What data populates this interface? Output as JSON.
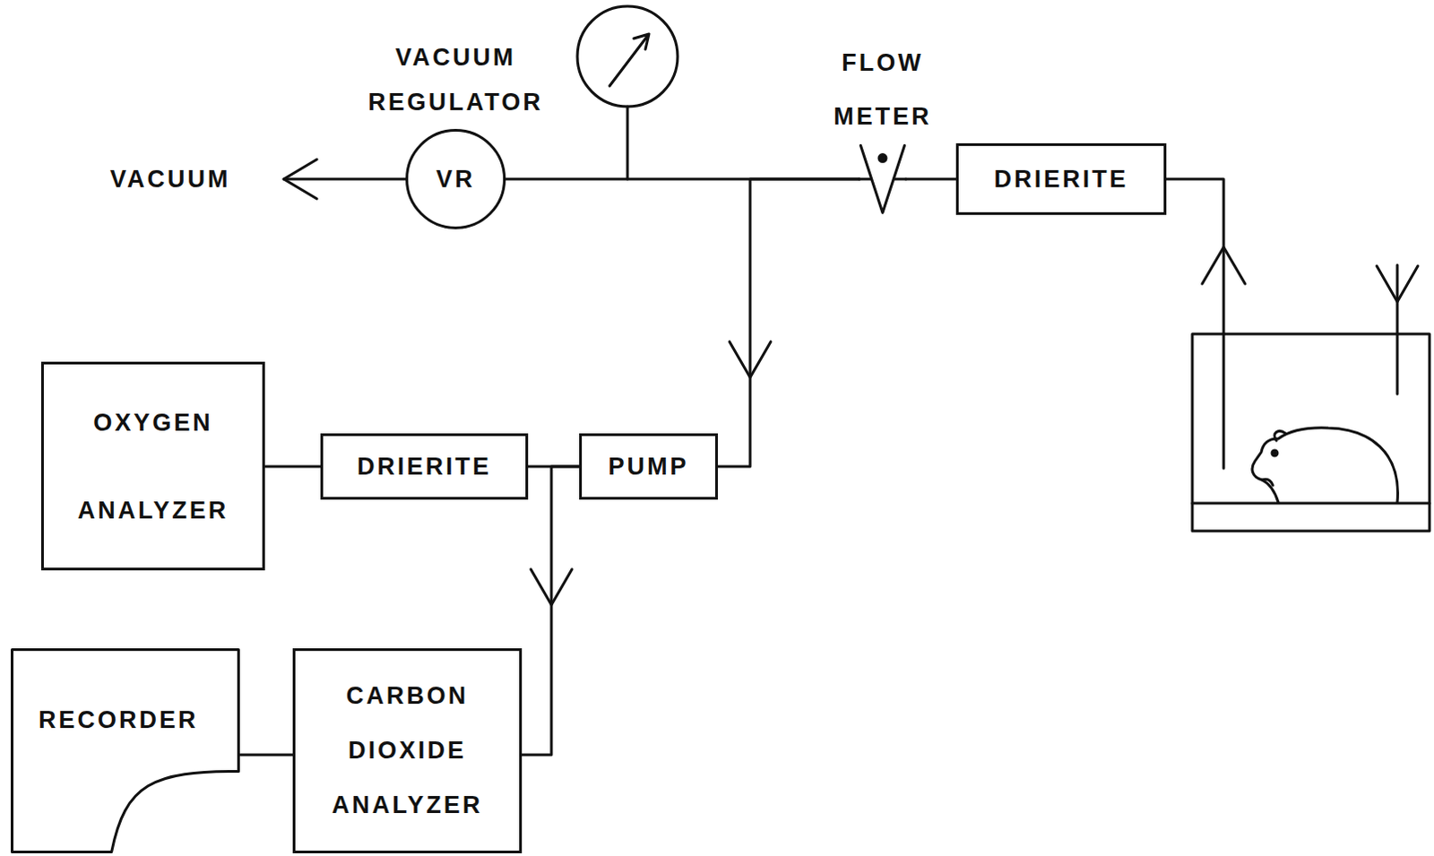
{
  "diagram": {
    "nodes": [
      {
        "text": [
          "VACUUM REGULATOR",
          "VR"
        ]
      },
      {
        "text": [
          "FLOW METER"
        ]
      },
      {
        "text": [
          "DRIERITE"
        ]
      },
      {
        "text": [
          "OXYGEN ANALYZER"
        ]
      },
      {
        "text": [
          "DRIERITE"
        ]
      },
      {
        "text": [
          "PUMP"
        ]
      },
      {
        "text": [
          "RECORDER"
        ]
      },
      {
        "text": [
          "CARBON DIOXIDE ANALYZER"
        ]
      }
    ],
    "edges": [
      {
        "from": 2,
        "to": 1,
        "arrow": "none"
      },
      {
        "from": 1,
        "to": 0,
        "arrow": "none"
      },
      {
        "from": 1,
        "to": 5,
        "arrow": "to"
      },
      {
        "from": 5,
        "to": 4,
        "arrow": "none"
      },
      {
        "from": 5,
        "to": 7,
        "arrow": "to"
      },
      {
        "from": 4,
        "to": 3,
        "arrow": "none"
      },
      {
        "from": 6,
        "to": 7,
        "arrow": "none"
      }
    ],
    "labels": [
      "VACUUM"
    ]
  }
}
